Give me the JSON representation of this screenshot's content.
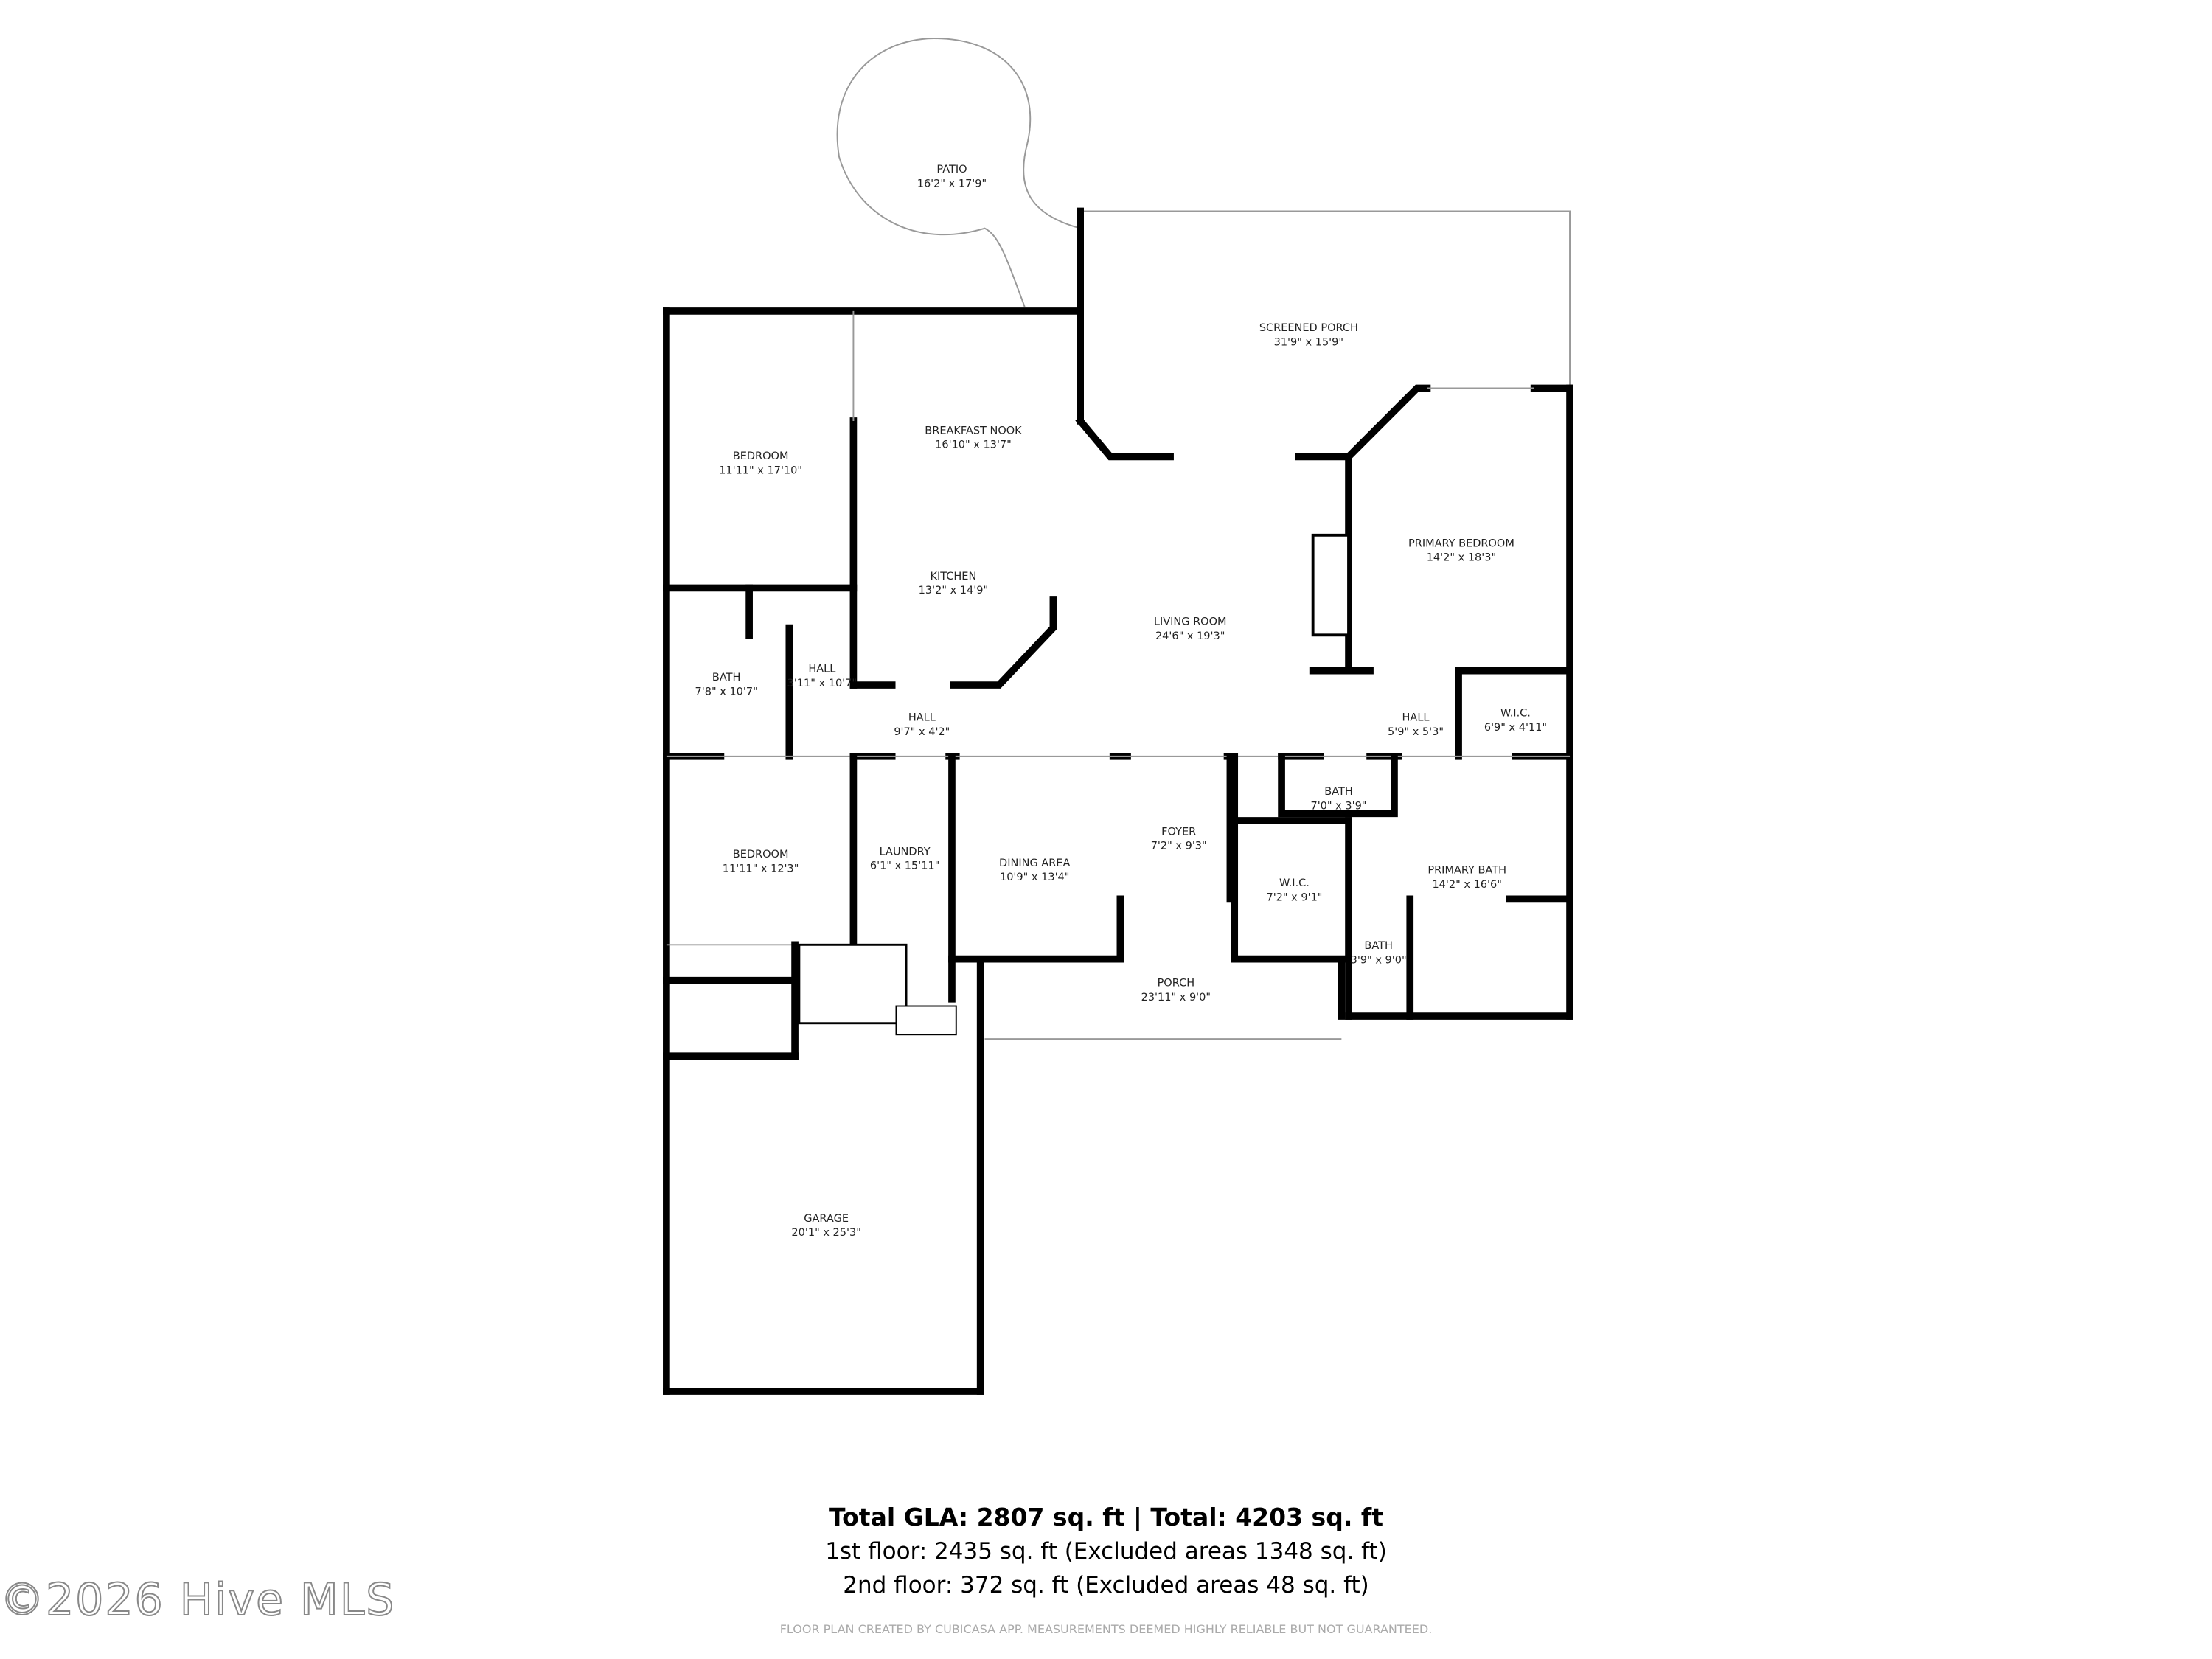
{
  "rooms": {
    "patio": {
      "name": "PATIO",
      "dim": "16'2\" x 17'9\""
    },
    "screened_porch": {
      "name": "SCREENED PORCH",
      "dim": "31'9\" x 15'9\""
    },
    "breakfast_nook": {
      "name": "BREAKFAST NOOK",
      "dim": "16'10\" x 13'7\""
    },
    "bedroom1": {
      "name": "BEDROOM",
      "dim": "11'11\" x 17'10\""
    },
    "kitchen": {
      "name": "KITCHEN",
      "dim": "13'2\" x 14'9\""
    },
    "primary_bedroom": {
      "name": "PRIMARY BEDROOM",
      "dim": "14'2\" x 18'3\""
    },
    "living_room": {
      "name": "LIVING ROOM",
      "dim": "24'6\" x 19'3\""
    },
    "bath1": {
      "name": "BATH",
      "dim": "7'8\" x 10'7\""
    },
    "hall1": {
      "name": "HALL",
      "dim": "3'11\" x 10'7\""
    },
    "hall2": {
      "name": "HALL",
      "dim": "9'7\" x 4'2\""
    },
    "hall3": {
      "name": "HALL",
      "dim": "5'9\" x 5'3\""
    },
    "wic1": {
      "name": "W.I.C.",
      "dim": "6'9\" x 4'11\""
    },
    "bath2": {
      "name": "BATH",
      "dim": "7'0\" x 3'9\""
    },
    "bedroom2": {
      "name": "BEDROOM",
      "dim": "11'11\" x 12'3\""
    },
    "laundry": {
      "name": "LAUNDRY",
      "dim": "6'1\" x 15'11\""
    },
    "dining": {
      "name": "DINING AREA",
      "dim": "10'9\" x 13'4\""
    },
    "foyer": {
      "name": "FOYER",
      "dim": "7'2\" x 9'3\""
    },
    "wic2": {
      "name": "W.I.C.",
      "dim": "7'2\" x 9'1\""
    },
    "primary_bath": {
      "name": "PRIMARY BATH",
      "dim": "14'2\" x 16'6\""
    },
    "bath3": {
      "name": "BATH",
      "dim": "3'9\" x 9'0\""
    },
    "porch": {
      "name": "PORCH",
      "dim": "23'11\" x 9'0\""
    },
    "garage": {
      "name": "GARAGE",
      "dim": "20'1\" x 25'3\""
    }
  },
  "summary": {
    "total": "Total GLA: 2807 sq. ft | Total: 4203 sq. ft",
    "first_floor": "1st floor: 2435 sq. ft (Excluded areas 1348 sq. ft)",
    "second_floor": "2nd floor: 372 sq. ft (Excluded areas 48 sq. ft)"
  },
  "disclaimer": "FLOOR PLAN CREATED BY CUBICASA APP. MEASUREMENTS DEEMED HIGHLY RELIABLE BUT NOT GUARANTEED.",
  "watermark": "©2026 Hive MLS"
}
